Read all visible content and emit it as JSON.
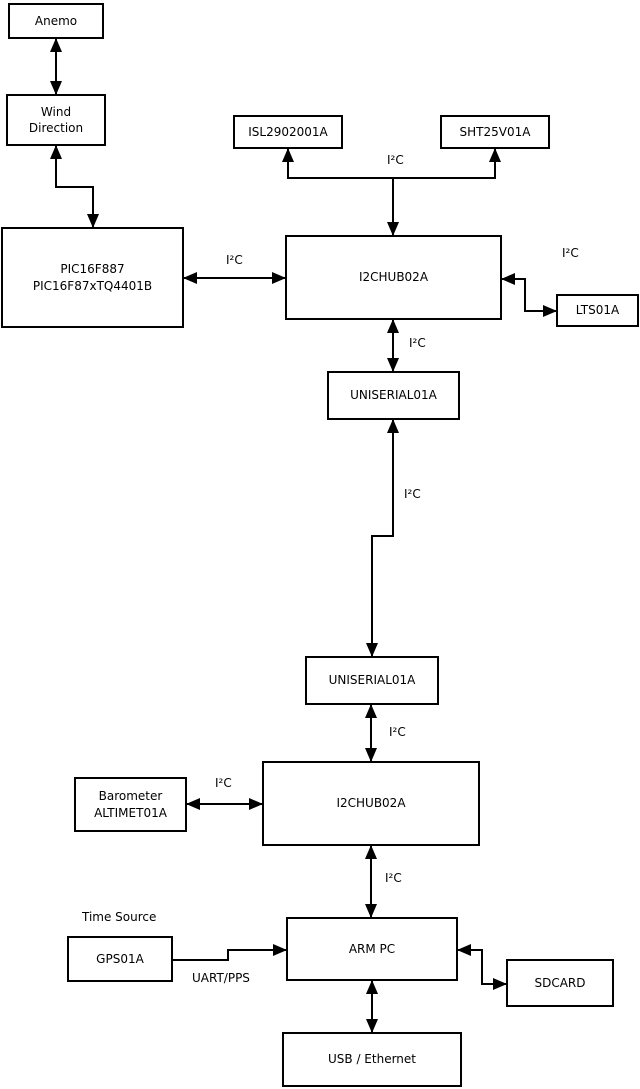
{
  "diagram": {
    "colors": {
      "background": "#ffffff",
      "line": "#000000",
      "box_fill": "#ffffff",
      "text": "#000000"
    },
    "nodes": {
      "anemo": {
        "label": "Anemo"
      },
      "wind_direction": {
        "label": "Wind\nDirection"
      },
      "pic": {
        "label": "PIC16F887\nPIC16F87xTQ4401B"
      },
      "isl2902001a": {
        "label": "ISL2902001A"
      },
      "sht25v01a": {
        "label": "SHT25V01A"
      },
      "i2c_hub_upper": {
        "label": "I2CHUB02A"
      },
      "lts01a": {
        "label": "LTS01A"
      },
      "uniserial_upper": {
        "label": "UNISERIAL01A"
      },
      "uniserial_lower": {
        "label": "UNISERIAL01A"
      },
      "i2c_hub_lower": {
        "label": "I2CHUB02A"
      },
      "barometer": {
        "label": "Barometer\nALTIMET01A"
      },
      "gps01a": {
        "label": "GPS01A"
      },
      "arm_pc": {
        "label": "ARM PC"
      },
      "sdcard": {
        "label": "SDCARD"
      },
      "usb_ethernet": {
        "label": "USB / Ethernet"
      }
    },
    "edge_labels": {
      "i2c_pic_hub": "I²C",
      "i2c_sensor_bus": "I²C",
      "i2c_hub_lts": "I²C",
      "i2c_hub_uniserial": "I²C",
      "i2c_uniserial_link": "I²C",
      "i2c_uniserial_hub_lower": "I²C",
      "i2c_barometer_hub": "I²C",
      "i2c_hub_armpc": "I²C",
      "time_source": "Time Source",
      "uart_pps": "UART/PPS"
    }
  }
}
